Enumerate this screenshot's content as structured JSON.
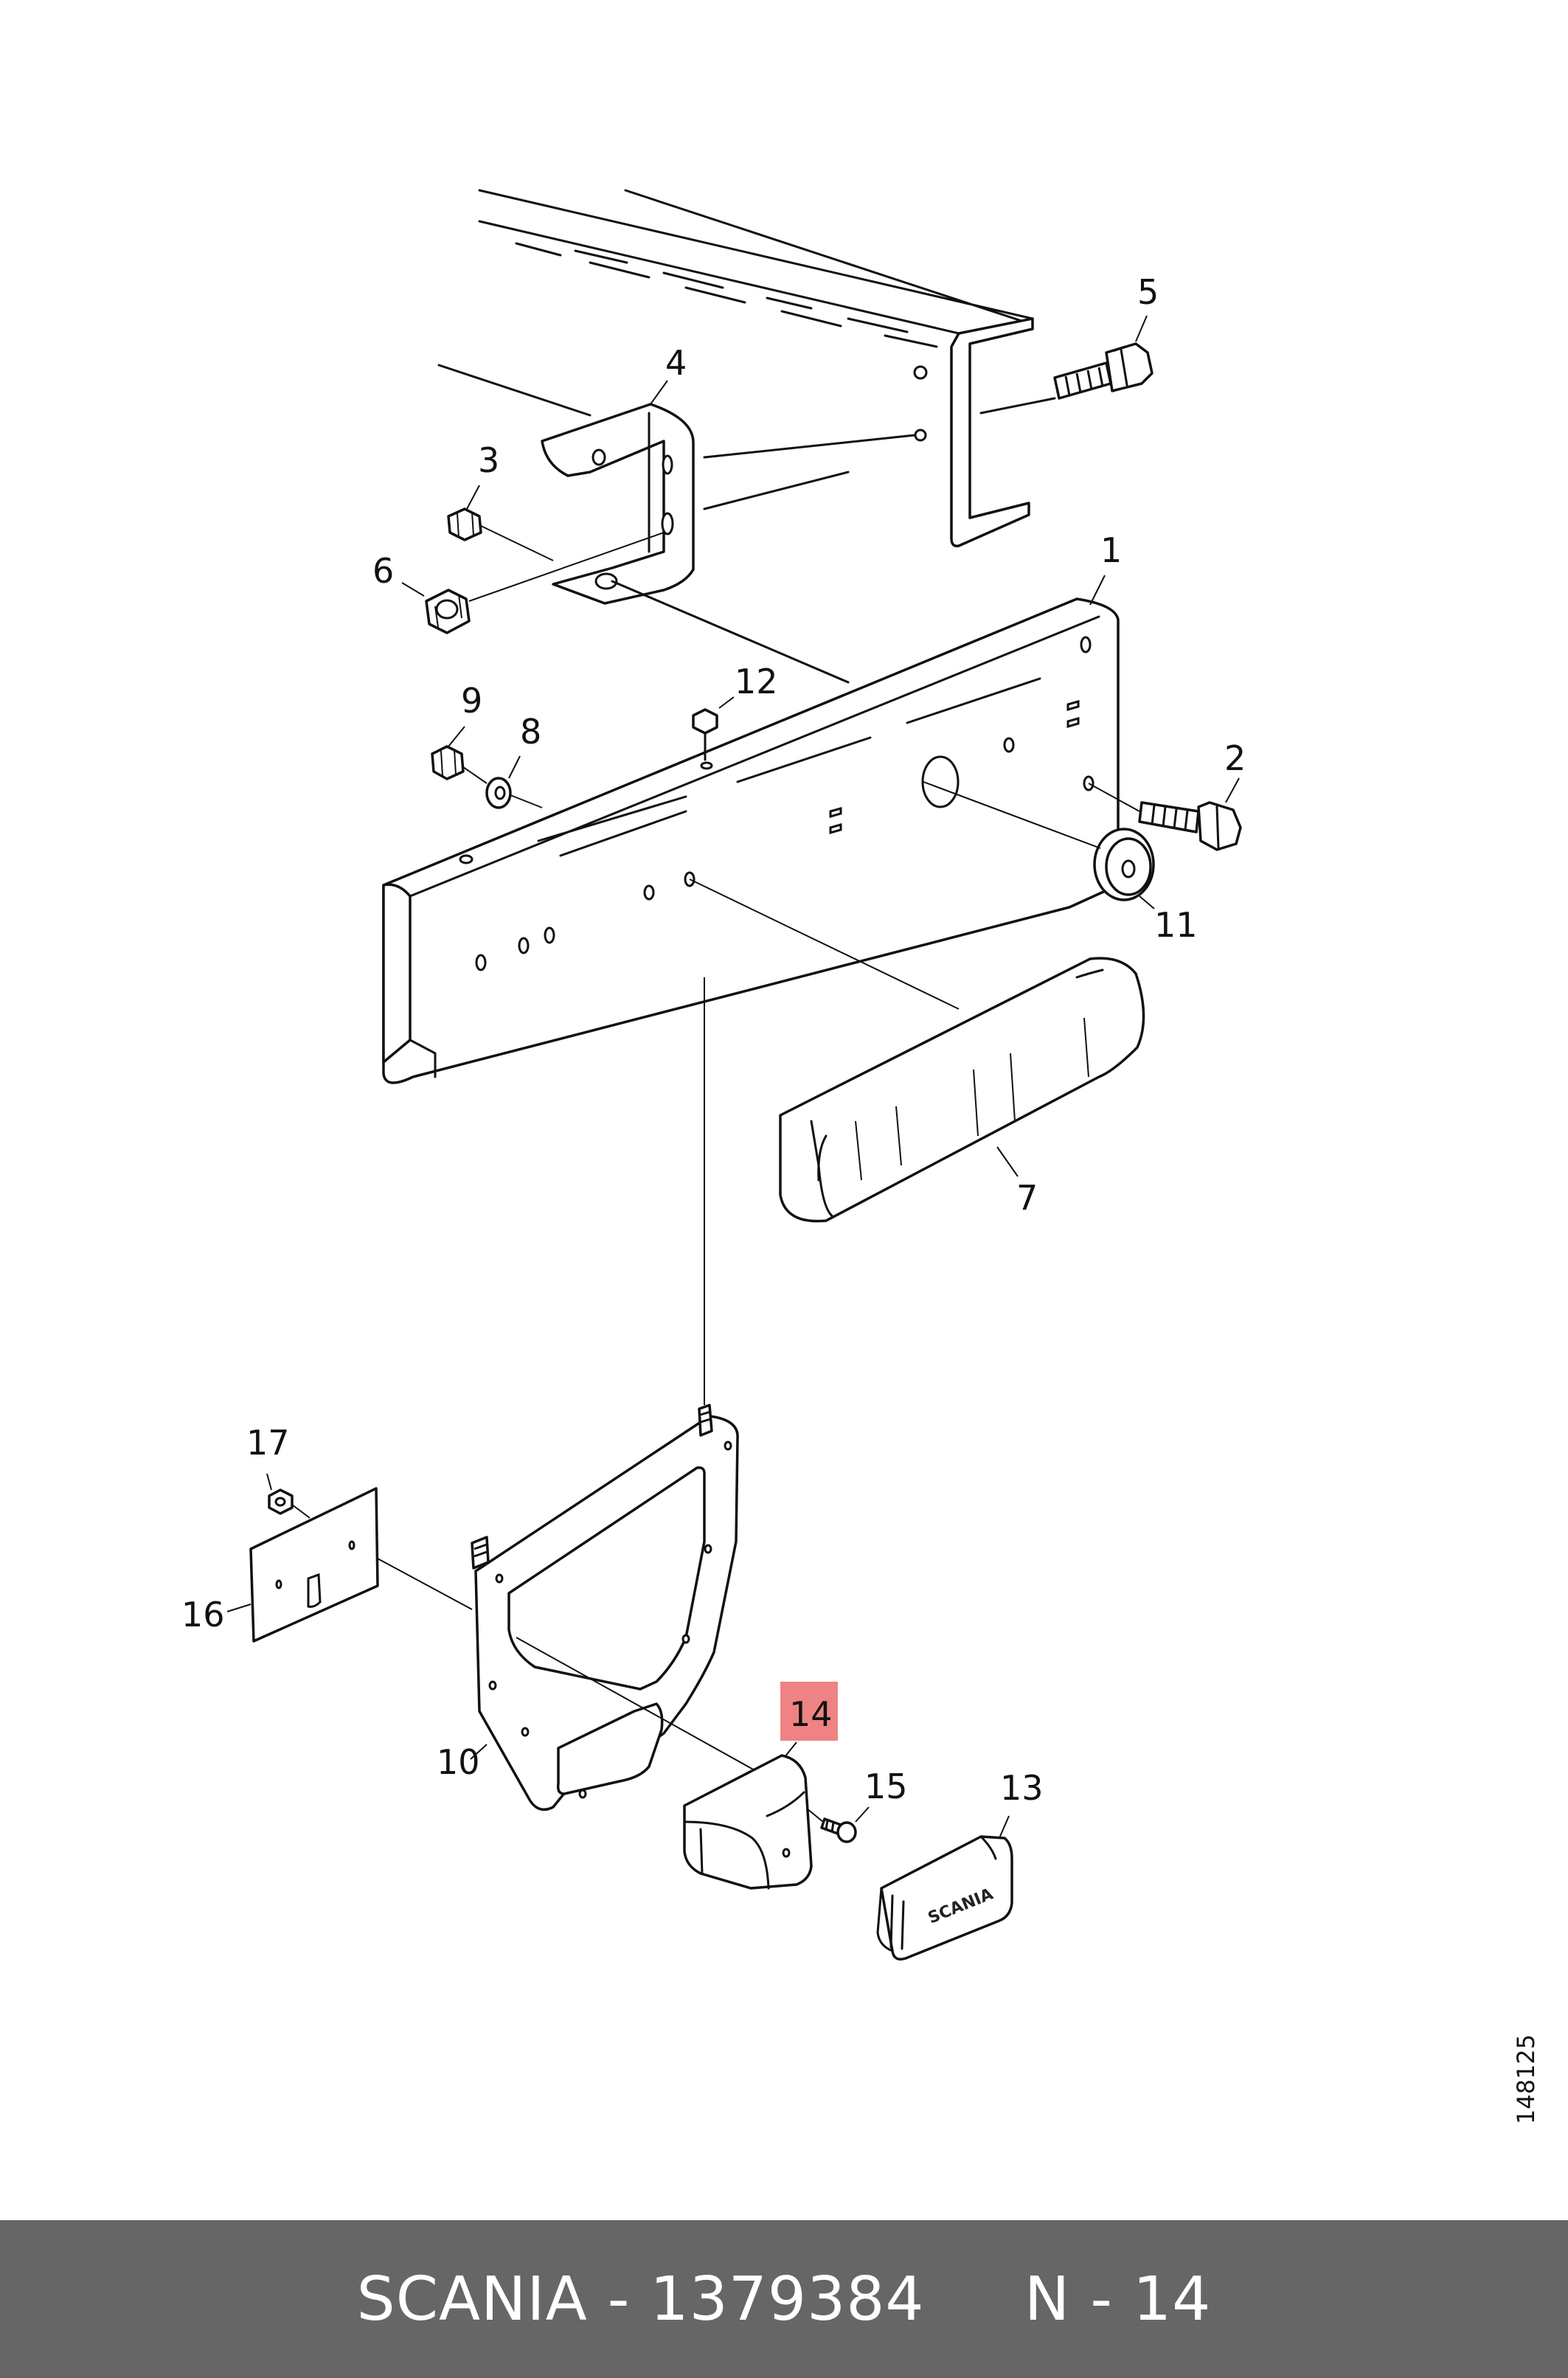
{
  "diagram": {
    "callouts": {
      "c1": "1",
      "c2": "2",
      "c3": "3",
      "c4": "4",
      "c5": "5",
      "c6": "6",
      "c7": "7",
      "c8": "8",
      "c9": "9",
      "c10": "10",
      "c11": "11",
      "c12": "12",
      "c13": "13",
      "c14": "14",
      "c15": "15",
      "c16": "16",
      "c17": "17"
    },
    "highlighted_callout": "14",
    "highlight_color": "#ef8383",
    "drawing_code": "148125",
    "plate_brand_text": "SCANIA"
  },
  "footer": {
    "text": "SCANIA - 1379384     N - 14",
    "background": "#666666"
  }
}
